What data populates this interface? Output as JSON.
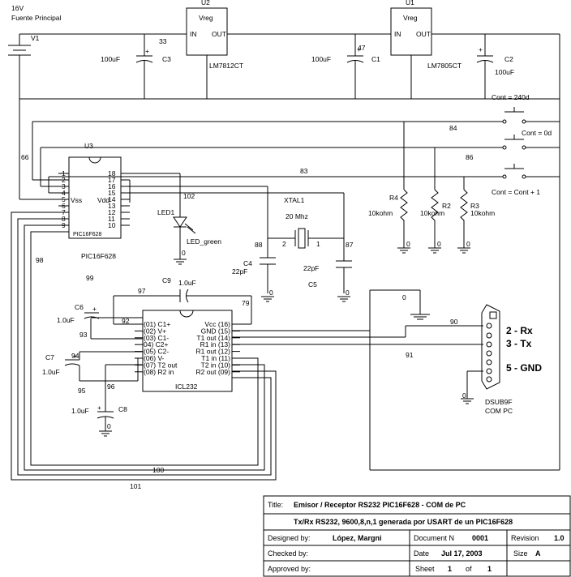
{
  "supply": {
    "voltage": "16V",
    "name": "Fuente Principal",
    "ref": "V1"
  },
  "regulators": [
    {
      "ref": "U2",
      "label": "Vreg",
      "in": "IN",
      "out": "OUT",
      "part": "LM7812CT"
    },
    {
      "ref": "U1",
      "label": "Vreg",
      "in": "IN",
      "out": "OUT",
      "part": "LM7805CT"
    }
  ],
  "capacitors": {
    "c3": {
      "ref": "C3",
      "value": "100uF"
    },
    "c1": {
      "ref": "C1",
      "value": "100uF"
    },
    "c2": {
      "ref": "C2",
      "value": "100uF"
    },
    "c4": {
      "ref": "C4",
      "value": "22pF"
    },
    "c5": {
      "ref": "C5",
      "value": "22pF"
    },
    "c6": {
      "ref": "C6",
      "value": "1.0uF"
    },
    "c7": {
      "ref": "C7",
      "value": "1.0uF"
    },
    "c8": {
      "ref": "C8",
      "value": "1.0uF"
    },
    "c9": {
      "ref": "C9",
      "value": "1.0uF"
    }
  },
  "nets": [
    "33",
    "47",
    "84",
    "86",
    "83",
    "66",
    "102",
    "88",
    "87",
    "98",
    "99",
    "97",
    "79",
    "92",
    "93",
    "94",
    "95",
    "96",
    "90",
    "91",
    "100",
    "101",
    "0"
  ],
  "switches": [
    {
      "label": "Cont = 240d"
    },
    {
      "label": "Cont = 0d"
    },
    {
      "label": "Cont = Cont + 1"
    }
  ],
  "mcu": {
    "ref": "U3",
    "part": "PIC16F628",
    "body_label": "PIC16F628",
    "vss": "Vss",
    "vdd": "Vdd",
    "pins_left": [
      "1",
      "2",
      "3",
      "4",
      "5",
      "6",
      "7",
      "8",
      "9"
    ],
    "pins_right": [
      "18",
      "17",
      "16",
      "15",
      "14",
      "13",
      "12",
      "11",
      "10"
    ]
  },
  "led": {
    "ref": "LED1",
    "part": "LED_green"
  },
  "crystal": {
    "ref": "XTAL1",
    "freq": "20 Mhz",
    "pin1": "1",
    "pin2": "2"
  },
  "resistors": [
    {
      "ref": "R4",
      "value": "10kohm"
    },
    {
      "ref": "R2",
      "value": "10kohm"
    },
    {
      "ref": "R3",
      "value": "10kohm"
    }
  ],
  "icl232": {
    "part": "ICL232",
    "pins_left": [
      "(01) C1+",
      "(02) V+",
      "(03) C1-",
      "04) C2+",
      "(05) C2-",
      "(06) V-",
      "(07) T2 out",
      "(08) R2 in"
    ],
    "pins_right": [
      "Vcc (16)",
      "GND (15)",
      "T1 out (14)",
      "R1 in (13)",
      "R1 out (12)",
      "T1 in (11)",
      "T2 in (10)",
      "R2 out (09)"
    ]
  },
  "connector": {
    "part": "DSUB9F",
    "label": "COM PC",
    "rx": "2 - Rx",
    "tx": "3 - Tx",
    "gnd": "5 - GND"
  },
  "title_block": {
    "title_label": "Title:",
    "title": "Emisor / Receptor RS232 PIC16F628 - COM de PC",
    "subtitle": "Tx/Rx RS232, 9600,8,n,1 generada por USART de un PIC16F628",
    "designed_label": "Designed by:",
    "designer": "López, Margni",
    "document_label": "Document N",
    "document": "0001",
    "revision_label": "Revision",
    "revision": "1.0",
    "checked_label": "Checked by:",
    "date_label": "Date",
    "date": "Jul 17, 2003",
    "size_label": "Size",
    "size": "A",
    "approved_label": "Approved by:",
    "sheet_label": "Sheet",
    "sheet": "1",
    "of_label": "of",
    "sheets": "1"
  }
}
